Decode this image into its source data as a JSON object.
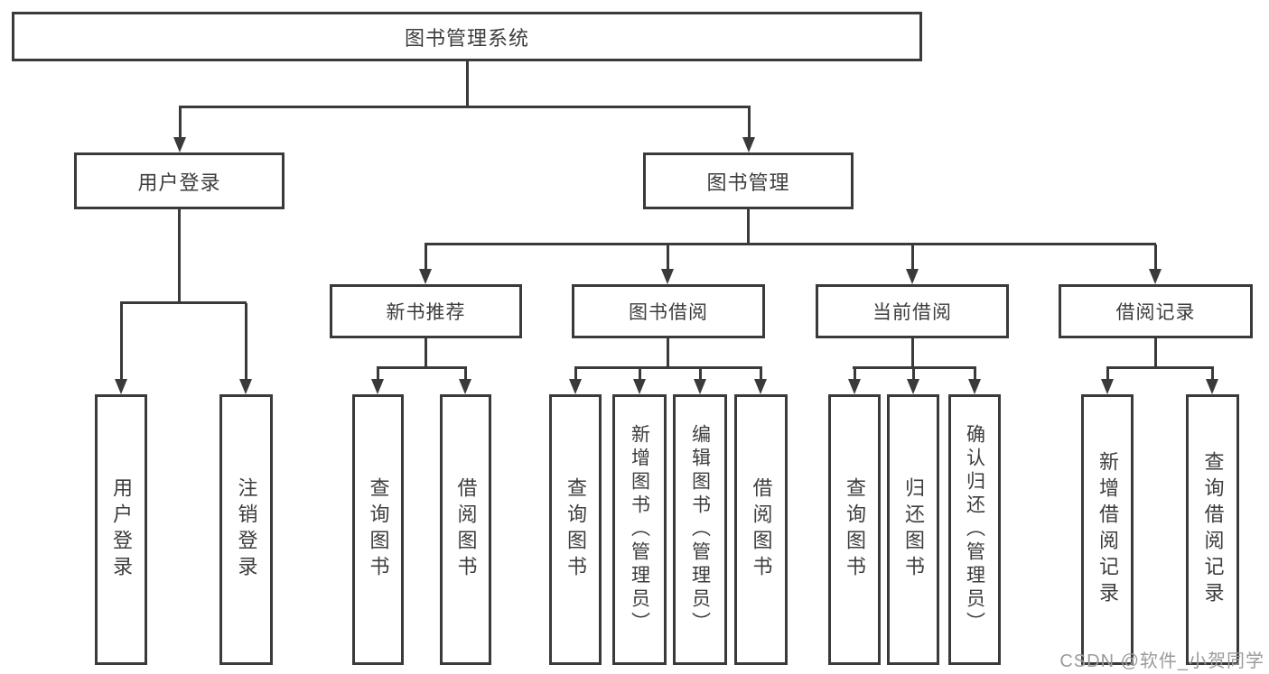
{
  "tree": {
    "root": {
      "label": "图书管理系统"
    },
    "branches": [
      {
        "label": "用户登录",
        "children": [
          {
            "label": "用户登录"
          },
          {
            "label": "注销登录"
          }
        ]
      },
      {
        "label": "图书管理",
        "children": [
          {
            "label": "新书推荐",
            "children": [
              {
                "label": "查询图书"
              },
              {
                "label": "借阅图书"
              }
            ]
          },
          {
            "label": "图书借阅",
            "children": [
              {
                "label": "查询图书"
              },
              {
                "label": "新增图书（管理员）"
              },
              {
                "label": "编辑图书（管理员）"
              },
              {
                "label": "借阅图书"
              }
            ]
          },
          {
            "label": "当前借阅",
            "children": [
              {
                "label": "查询图书"
              },
              {
                "label": "归还图书"
              },
              {
                "label": "确认归还（管理员）"
              }
            ]
          },
          {
            "label": "借阅记录",
            "children": [
              {
                "label": "新增借阅记录"
              },
              {
                "label": "查询借阅记录"
              }
            ]
          }
        ]
      }
    ]
  },
  "colors": {
    "line": "#3a3a3a",
    "text": "#3d3d3d",
    "watermark": "#9b9b9b"
  },
  "watermark": "CSDN @软件_小贺同学"
}
